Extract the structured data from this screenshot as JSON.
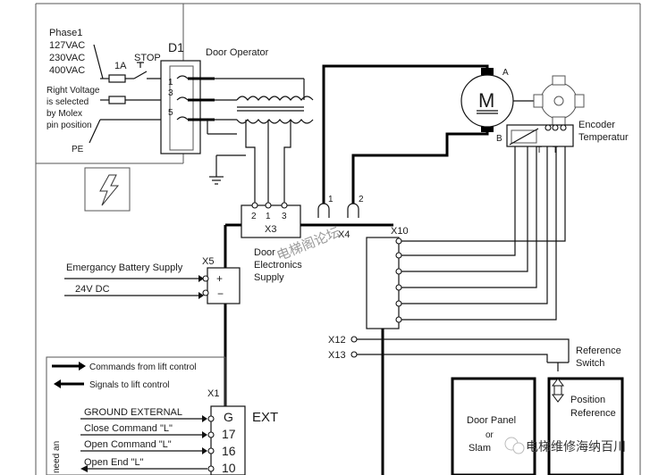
{
  "d1": {
    "title": "D1",
    "phase_lines": [
      "Phase1",
      "127VAC",
      "230VAC",
      "400VAC"
    ],
    "fuse": "1A",
    "stop": "STOP",
    "pins": [
      "1",
      "3",
      "5"
    ],
    "voltage_note": [
      "Right Voltage",
      "is selected",
      "by Molex",
      "pin position"
    ],
    "pe": "PE",
    "door_operator": "Door Operator"
  },
  "motor": {
    "symbol": "M",
    "terminal_a": "A",
    "terminal_b": "B"
  },
  "encoder": {
    "lines": [
      "Encoder",
      "Temperatur"
    ],
    "t_labels": [
      "T",
      "T"
    ]
  },
  "x3": {
    "name": "X3",
    "pins": [
      "2",
      "1",
      "3"
    ]
  },
  "x4": {
    "name": "X4",
    "pins": [
      "1",
      "2"
    ]
  },
  "door_supply": [
    "Door",
    "Electronics",
    "Supply"
  ],
  "x10": {
    "name": "X10"
  },
  "x5": {
    "name": "X5",
    "plus": "+",
    "minus": "−",
    "battery": "Emergancy Battery Supply",
    "dc": "24V DC"
  },
  "x12": "X12",
  "x13": "X13",
  "reference_switch": [
    "Reference",
    "Switch"
  ],
  "position_reference": [
    "Position",
    "Reference"
  ],
  "door_panel": [
    "Door Panel",
    "or",
    "Slam"
  ],
  "legend": {
    "commands_from": "Commands from lift control",
    "signals_to": "Signals to lift control",
    "side_text": "need an"
  },
  "x1": {
    "name": "X1",
    "ext": "EXT",
    "rows": [
      {
        "label": "GROUND EXTERNAL",
        "pin": "G"
      },
      {
        "label": "Close Command \"L\"",
        "pin": "17"
      },
      {
        "label": "Open Command \"L\"",
        "pin": "16"
      },
      {
        "label": "Open End  \"L\"",
        "pin": "10"
      }
    ]
  },
  "watermarks": {
    "center": "电梯阁论坛",
    "bottom": "电梯维修海纳百川"
  }
}
